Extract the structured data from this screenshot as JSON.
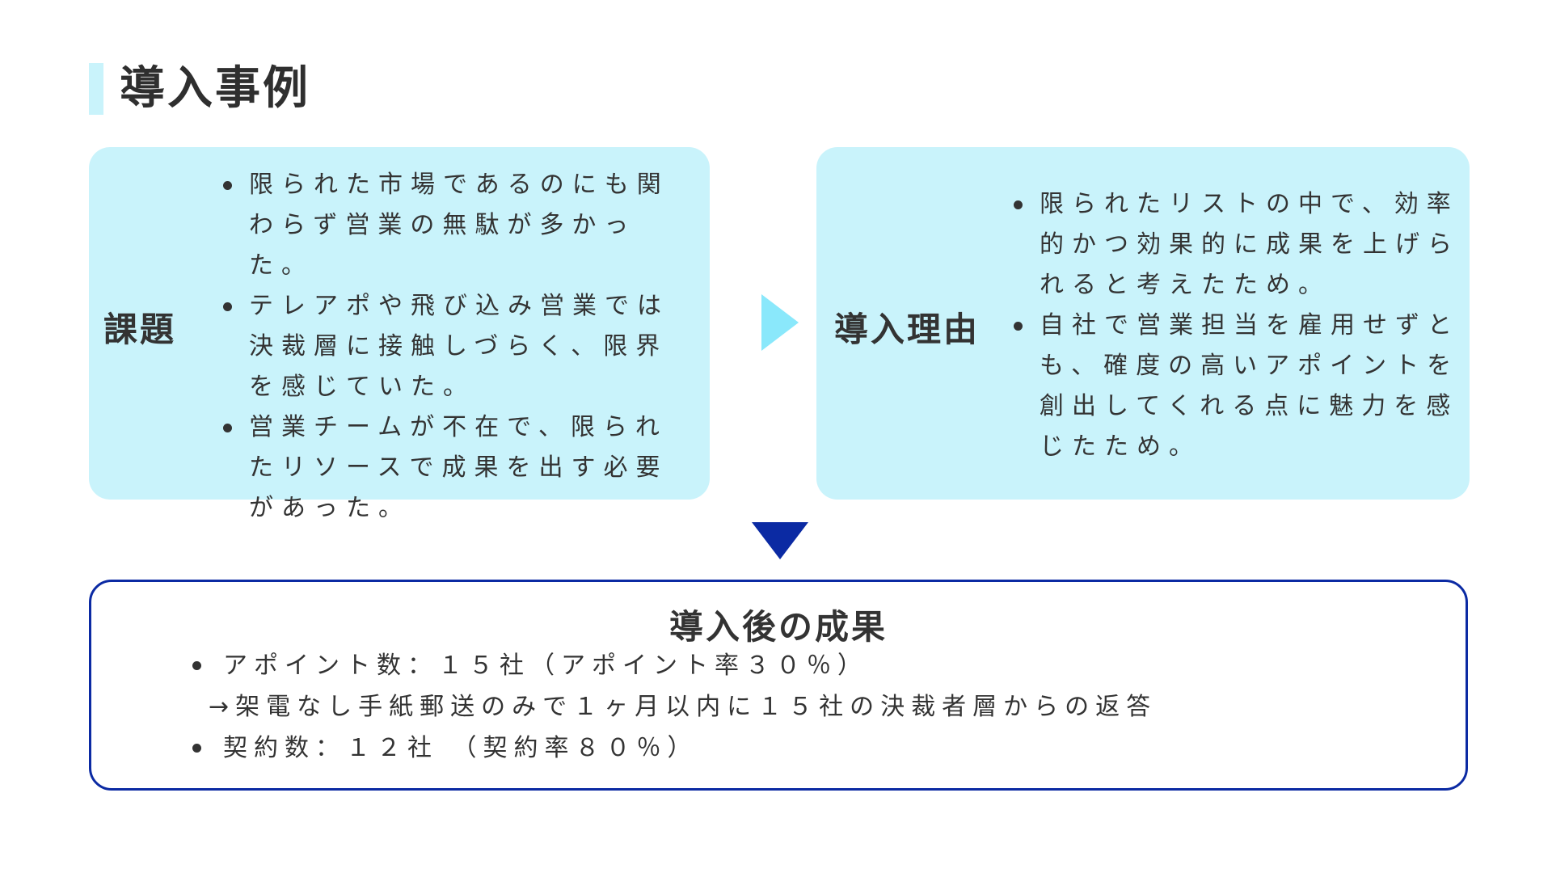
{
  "page_title": "導入事例",
  "issues": {
    "label": "課題",
    "items": [
      "限られた市場であるのにも関わらず営業の無駄が多かった。",
      "テレアポや飛び込み営業では決裁層に接触しづらく、限界を感じていた。",
      "営業チームが不在で、限られたリソースで成果を出す必要があった。"
    ]
  },
  "reasons": {
    "label": "導入理由",
    "items": [
      "限られたリストの中で、効率的かつ効果的に成果を上げられると考えたため。",
      "自社で営業担当を雇用せずとも、確度の高いアポイントを創出してくれる点に魅力を感じたため。"
    ]
  },
  "results": {
    "title": "導入後の成果",
    "line1": "アポイント数：１５社（アポイント率３０％）",
    "line2": "→架電なし手紙郵送のみで１ヶ月以内に１５社の決裁者層からの返答",
    "line3": "契約数：１２社 （契約率８０％）"
  },
  "colors": {
    "card_bg": "#c9f3fb",
    "arrow_right": "#8ae8fb",
    "accent_navy": "#0b2aa3"
  }
}
